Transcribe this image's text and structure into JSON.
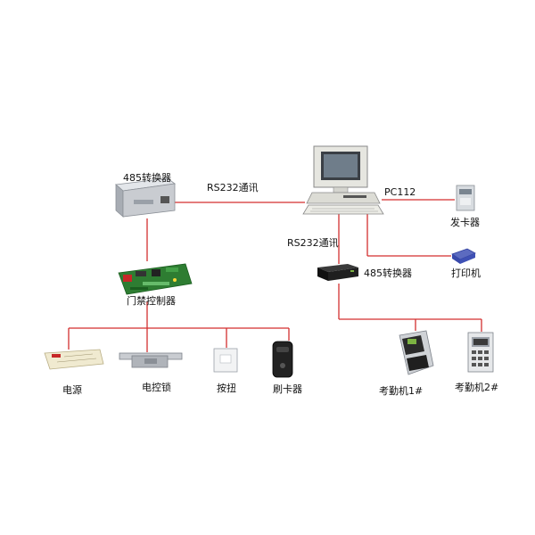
{
  "labels": {
    "converter_top": "485转换器",
    "rs232_top": "RS232通讯",
    "pc": "PC112",
    "card_issuer": "发卡器",
    "rs232_mid": "RS232通讯",
    "converter_mid": "485转换器",
    "printer": "打印机",
    "door_controller": "门禁控制器",
    "power_supply": "电源",
    "electric_lock": "电控锁",
    "button": "按扭",
    "card_reader": "刷卡器",
    "attendance_1": "考勤机1#",
    "attendance_2": "考勤机2#"
  },
  "colors": {
    "line": "#d32f2f",
    "device_gray": "#c9ccd1",
    "device_dark": "#1f1f1f",
    "board_green": "#2e7d32",
    "printer_blue": "#3f51b5"
  }
}
